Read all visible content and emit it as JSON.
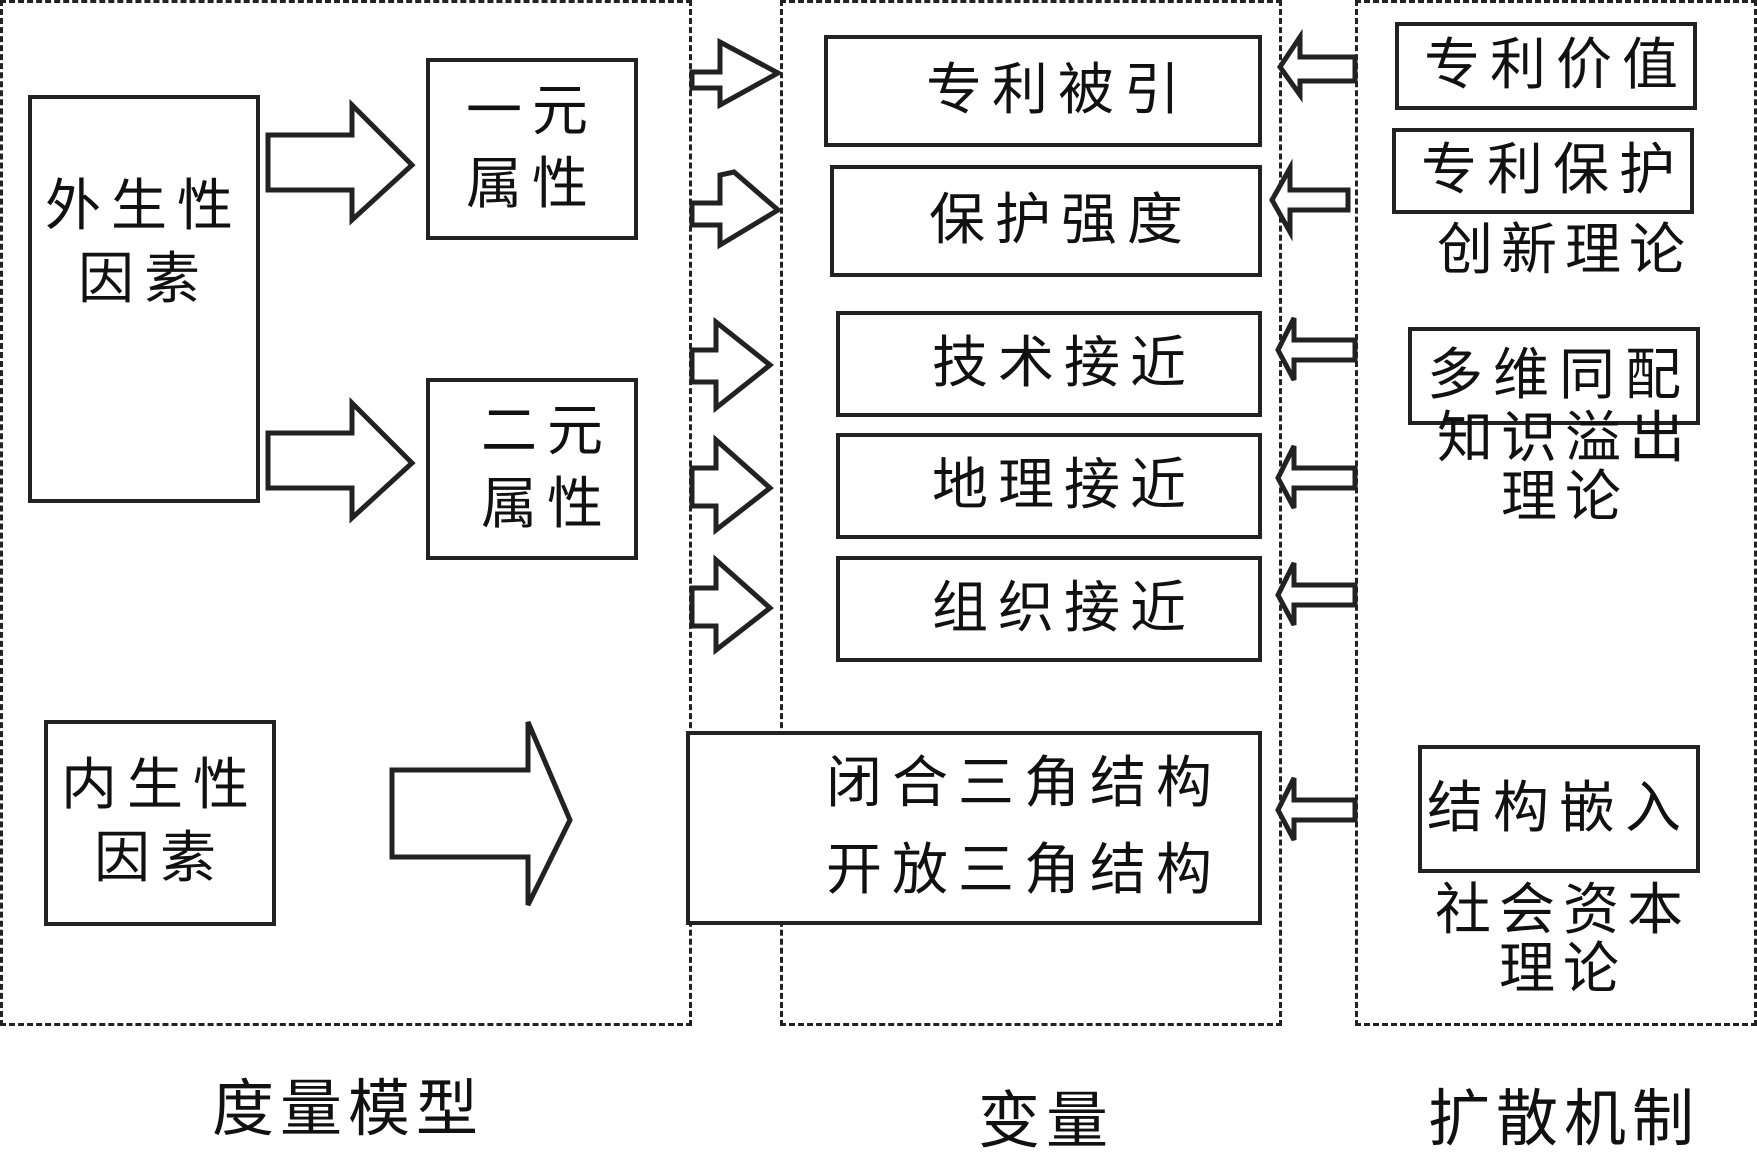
{
  "diagram": {
    "regions": {
      "measurement_model": {
        "caption": "度量模型",
        "exogenous_factors": "外生性\n因素",
        "unary_attribute": "一元\n属性",
        "binary_attribute": "二元\n属性",
        "endogenous_factors": "内生性\n因素"
      },
      "variables": {
        "caption": "变量",
        "items": [
          "专利被引",
          "保护强度",
          "技术接近",
          "地理接近",
          "组织接近"
        ],
        "triangle_structures": "闭合三角结构\n开放三角结构"
      },
      "diffusion_mechanism": {
        "caption": "扩散机制",
        "patent_value": "专利价值",
        "patent_protection": "专利保护",
        "innovation_theory": "创新理论",
        "multidim_homophily": "多维同配",
        "knowledge_spillover_theory": "知识溢出\n理论",
        "structural_embedding": "结构嵌入",
        "social_capital_theory": "社会资本\n理论"
      }
    }
  }
}
